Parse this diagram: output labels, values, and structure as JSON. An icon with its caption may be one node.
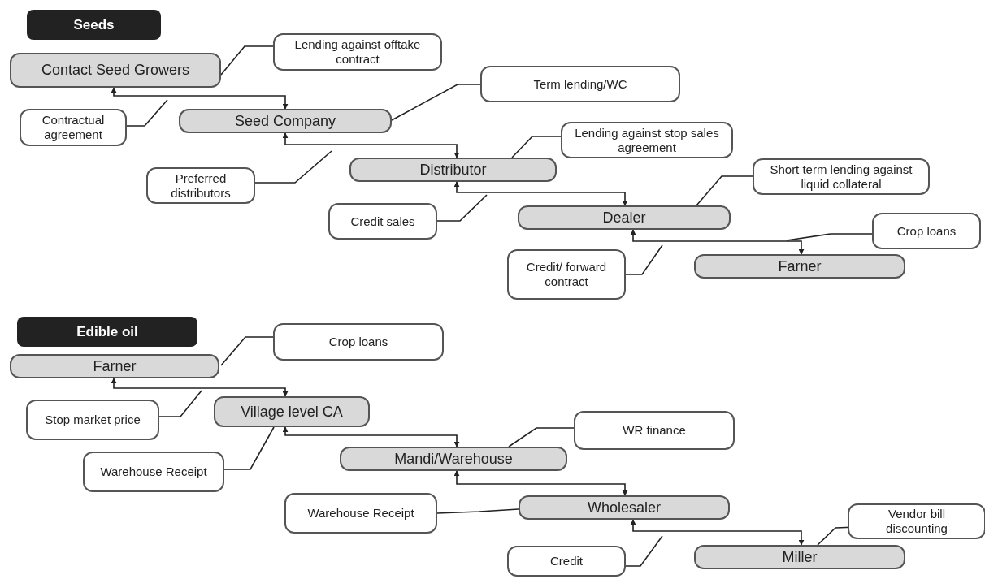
{
  "diagram": {
    "nodes": [
      {
        "text": [
          "Seeds"
        ]
      },
      {
        "text": [
          "Contact Seed Growers"
        ]
      },
      {
        "text": [
          "Lending against offtake contract"
        ]
      },
      {
        "text": [
          "Contractual agreement"
        ]
      },
      {
        "text": [
          "Seed Company"
        ]
      },
      {
        "text": [
          "Term lending/WC"
        ]
      },
      {
        "text": [
          "Preferred distributors"
        ]
      },
      {
        "text": [
          "Distributor"
        ]
      },
      {
        "text": [
          "Lending against stop sales agreement"
        ]
      },
      {
        "text": [
          "Credit sales"
        ]
      },
      {
        "text": [
          "Dealer"
        ]
      },
      {
        "text": [
          "Short term lending against liquid collateral"
        ]
      },
      {
        "text": [
          "Crop loans"
        ]
      },
      {
        "text": [
          "Credit/ forward contract"
        ]
      },
      {
        "text": [
          "Farner"
        ]
      },
      {
        "text": [
          "Edible oil"
        ]
      },
      {
        "text": [
          "Farner"
        ]
      },
      {
        "text": [
          "Crop loans"
        ]
      },
      {
        "text": [
          "Stop market price"
        ]
      },
      {
        "text": [
          "Village level CA"
        ]
      },
      {
        "text": [
          "Warehouse Receipt"
        ]
      },
      {
        "text": [
          "WR finance"
        ]
      },
      {
        "text": [
          "Mandi/Warehouse"
        ]
      },
      {
        "text": [
          "Warehouse Receipt"
        ]
      },
      {
        "text": [
          "Wholesaler"
        ]
      },
      {
        "text": [
          "Credit"
        ]
      },
      {
        "text": [
          "Vendor bill discounting"
        ]
      },
      {
        "text": [
          "Miller"
        ]
      }
    ],
    "edges": [
      {
        "from": 1,
        "to": 4,
        "arrow": "both"
      },
      {
        "from": 4,
        "to": 7,
        "arrow": "both"
      },
      {
        "from": 7,
        "to": 10,
        "arrow": "both"
      },
      {
        "from": 10,
        "to": 14,
        "arrow": "both"
      },
      {
        "from": 2,
        "to": 1,
        "arrow": "none"
      },
      {
        "from": 3,
        "to": null,
        "arrow": "none"
      },
      {
        "from": 5,
        "to": 4,
        "arrow": "none"
      },
      {
        "from": 6,
        "to": null,
        "arrow": "none"
      },
      {
        "from": 8,
        "to": 7,
        "arrow": "none"
      },
      {
        "from": 9,
        "to": null,
        "arrow": "none"
      },
      {
        "from": 11,
        "to": 10,
        "arrow": "none"
      },
      {
        "from": 12,
        "to": null,
        "arrow": "none"
      },
      {
        "from": 13,
        "to": null,
        "arrow": "none"
      },
      {
        "from": 16,
        "to": 19,
        "arrow": "both"
      },
      {
        "from": 19,
        "to": 22,
        "arrow": "both"
      },
      {
        "from": 22,
        "to": 24,
        "arrow": "both"
      },
      {
        "from": 24,
        "to": 27,
        "arrow": "both"
      },
      {
        "from": 17,
        "to": 16,
        "arrow": "none"
      },
      {
        "from": 18,
        "to": null,
        "arrow": "none"
      },
      {
        "from": 20,
        "to": 19,
        "arrow": "none"
      },
      {
        "from": 21,
        "to": 22,
        "arrow": "none"
      },
      {
        "from": 23,
        "to": 24,
        "arrow": "none"
      },
      {
        "from": 25,
        "to": null,
        "arrow": "none"
      },
      {
        "from": 26,
        "to": 27,
        "arrow": "none"
      }
    ]
  }
}
